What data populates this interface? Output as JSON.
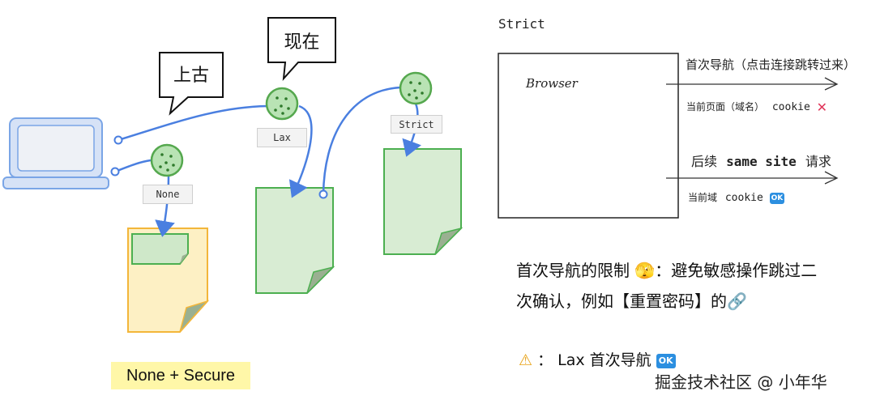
{
  "left": {
    "bubble_old": "上古",
    "bubble_now": "现在",
    "tag_lax": "Lax",
    "tag_none": "None",
    "tag_strict": "Strict",
    "caption": "None + Secure"
  },
  "right": {
    "title": "Strict",
    "browser_label": "Browser",
    "arrow1_label": "首次导航（点击连接跳转过来）",
    "row1_prefix": "当前页面（域名）",
    "row1_code": "cookie",
    "row1_mark": "✕",
    "arrow2_pre": "后续",
    "arrow2_code": "same site",
    "arrow2_post": "请求",
    "row2_prefix": "当前域",
    "row2_code": "cookie",
    "row2_badge": "OK"
  },
  "notes": {
    "line1": "首次导航的限制 🫣：避免敏感操作跳过二",
    "line2": "次确认，例如【重置密码】的🔗",
    "warn_icon": "⚠",
    "warn_text": "： Lax 首次导航",
    "warn_badge": "OK"
  },
  "watermark": "掘金技术社区 @ 小年华",
  "colors": {
    "laptop_fill": "#e8eef8",
    "laptop_stroke": "#7aa5e6",
    "cookie_fill": "#b9e3b4",
    "cookie_stroke": "#55a84e",
    "doc_green_fill": "#d8ecd3",
    "doc_green_stroke": "#4caf50",
    "doc_yellow_fill": "#fdf0c4",
    "doc_yellow_stroke": "#f3b63a",
    "arrow_blue": "#4a7fe0",
    "caption_bg": "#fff7a8",
    "ok_badge": "#2c8fe0",
    "x_mark": "#e0365a"
  }
}
